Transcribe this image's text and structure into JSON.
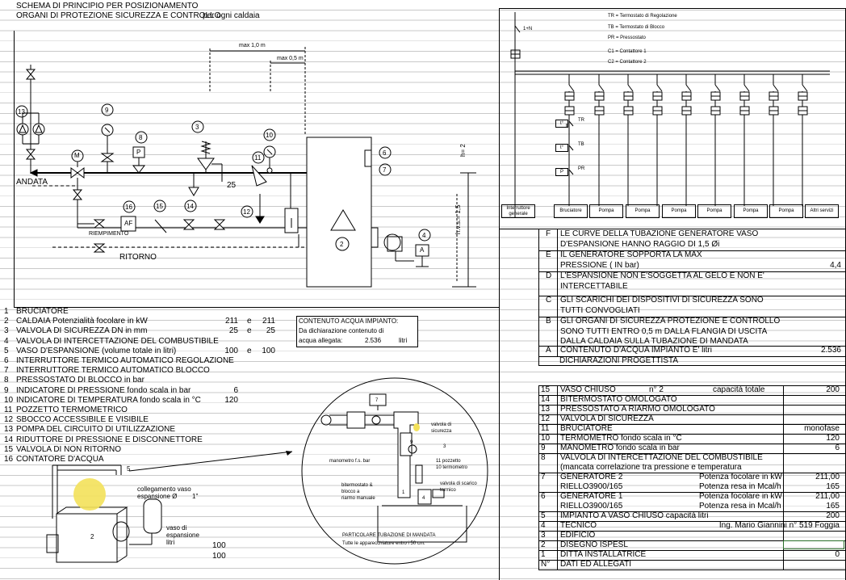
{
  "header": {
    "line1": "SCHEMA DI PRINCIPIO PER POSIZIONAMENTO",
    "line2": "ORGANI DI PROTEZIONE SICUREZZA E CONTROLLO",
    "line2b": "per ogni caldaia"
  },
  "schematic": {
    "max1": "max 1,0 m",
    "max05": "max 0,5 m",
    "andata": "ANDATA",
    "ritorno": "RITORNO",
    "riempimento": "RIEMPIMENTO",
    "af": "AF",
    "p": "P",
    "a": "A",
    "m": "M",
    "h2": "h= 2",
    "hvs": "h.v.s.= 1,5",
    "num25": "25",
    "n": [
      "13",
      "9",
      "8",
      "3",
      "10",
      "11",
      "6",
      "7",
      "16",
      "15",
      "14",
      "12",
      "2",
      "4",
      "5"
    ]
  },
  "legend": [
    {
      "n": "1",
      "t": "BRUCIATORE",
      "a": "",
      "b": ""
    },
    {
      "n": "2",
      "t": "CALDAIA Potenzialità focolare in kW",
      "a": "211",
      "e": "e",
      "b": "211"
    },
    {
      "n": "3",
      "t": "VALVOLA DI SICUREZZA DN in mm",
      "a": "25",
      "e": "e",
      "b": "25"
    },
    {
      "n": "4",
      "t": "VALVOLA DI INTERCETTAZIONE DEL COMBUSTIBILE",
      "a": "",
      "b": ""
    },
    {
      "n": "5",
      "t": "VASO D'ESPANSIONE (volume totale in litri)",
      "a": "100",
      "e": "e",
      "b": "100"
    },
    {
      "n": "6",
      "t": "INTERRUTTORE TERMICO AUTOMATICO REGOLAZIONE",
      "a": "",
      "b": ""
    },
    {
      "n": "7",
      "t": "INTERRUTTORE TERMICO AUTOMATICO BLOCCO",
      "a": "",
      "b": ""
    },
    {
      "n": "8",
      "t": "PRESSOSTATO DI BLOCCO in bar",
      "a": "",
      "b": ""
    },
    {
      "n": "9",
      "t": "INDICATORE DI PRESSIONE fondo scala in bar",
      "a": "6",
      "b": ""
    },
    {
      "n": "10",
      "t": "INDICATORE DI TEMPERATURA fondo scala in °C",
      "a": "120",
      "b": ""
    },
    {
      "n": "11",
      "t": "POZZETTO TERMOMETRICO",
      "a": "",
      "b": ""
    },
    {
      "n": "12",
      "t": "SBOCCO ACCESSIBILE E VISIBILE",
      "a": "",
      "b": ""
    },
    {
      "n": "13",
      "t": "POMPA DEL CIRCUITO DI UTILIZZAZIONE",
      "a": "",
      "b": ""
    },
    {
      "n": "14",
      "t": "RIDUTTORE DI PRESSIONE E DISCONNETTORE",
      "a": "",
      "b": ""
    },
    {
      "n": "15",
      "t": "VALVOLA DI NON RITORNO",
      "a": "",
      "b": ""
    },
    {
      "n": "16",
      "t": "CONTATORE D'ACQUA",
      "a": "",
      "b": ""
    }
  ],
  "contenuto": {
    "title": "CONTENUTO ACQUA IMPIANTO:",
    "l2": "Da dichiarazione contenuto di",
    "l3": "acqua allegata:",
    "val": "2.536",
    "unit": "litri"
  },
  "electrical": {
    "tr": "TR = Termostato di Regolazione",
    "tb": "TB = Termostato di Blocco",
    "pr": "PR = Pressostato",
    "c1": "C1 = Contattore 1",
    "c2": "C2 = Contattore 2",
    "one_n": "1+N",
    "lTR": "TR",
    "lTB": "TB",
    "lPR": "PR",
    "sTR": "t°",
    "sTB": "t°",
    "sPR": "P",
    "boxes": [
      "Interruttore generale",
      "Bruciatore",
      "Pompa",
      "Pompa",
      "Pompa",
      "Pompa",
      "Pompa",
      "Pompa",
      "Altri servizi"
    ]
  },
  "dichiarazioni": [
    {
      "k": "F",
      "l1": "LE CURVE DELLA TUBAZIONE GENERATORE VASO",
      "l2": "D'ESPANSIONE HANNO RAGGIO DI 1,5 Øi",
      "v": ""
    },
    {
      "k": "E",
      "l1": "IL GENERATORE SOPPORTA LA MAX",
      "l2": "PRESSIONE ( IN bar)",
      "v": "4,4"
    },
    {
      "k": "D",
      "l1": "L'ESPANSIONE NON E'SOGGETTA AL GELO E NON E'",
      "l2": "INTERCETTABILE",
      "v": ""
    },
    {
      "k": "C",
      "l1": "GLI SCARICHI DEI DISPOSITIVI DI SICUREZZA SONO",
      "l2": "TUTTI CONVOGLIATI",
      "v": ""
    },
    {
      "k": "B",
      "l1": "GLI ORGANI DI SICUREZZA PROTEZIONE E CONTROLLO",
      "l2": "SONO TUTTI ENTRO 0,5 m DALLA FLANGIA DI USCITA",
      "l3": "DALLA CALDAIA SULLA TUBAZIONE DI MANDATA",
      "v": ""
    },
    {
      "k": "A",
      "l1": "CONTENUTO D'ACQUA IMPIANTO E' litri",
      "v": "2.536"
    }
  ],
  "dich_title": "DICHIARAZIONI PROGETTISTA",
  "dati": [
    {
      "n": "15",
      "t": "VASO CHIUSO",
      "m": "n° 2",
      "m2": "capacità totale",
      "v": "200"
    },
    {
      "n": "14",
      "t": "BITERMOSTATO OMOLOGATO",
      "v": ""
    },
    {
      "n": "13",
      "t": "PRESSOSTATO A RIARMO OMOLOGATO",
      "v": ""
    },
    {
      "n": "12",
      "t": "VALVOLA DI SICUREZZA",
      "v": ""
    },
    {
      "n": "11",
      "t": "BRUCIATORE",
      "v": "monofase"
    },
    {
      "n": "10",
      "t": "TERMOMETRO fondo scala in °C",
      "v": "120"
    },
    {
      "n": "9",
      "t": "MANOMETRO fondo scala in bar",
      "v": "6"
    },
    {
      "n": "8",
      "t": "VALVOLA DI INTERCETTAZIONE DEL COMBUSTIBILE",
      "sub": "(mancata correlazione tra pressione e temperatura",
      "v": ""
    },
    {
      "n": "7",
      "t": "GENERATORE 2",
      "m2": "Potenza focolare in kW",
      "v": "211,00",
      "t2": "RIELLO3900/165",
      "m3": "Potenza resa in Mcal/h",
      "v2": "165"
    },
    {
      "n": "6",
      "t": "GENERATORE 1",
      "m2": "Potenza focolare in kW",
      "v": "211,00",
      "t2": "RIELLO3900/165",
      "m3": "Potenza resa in Mcal/h",
      "v2": "165"
    },
    {
      "n": "5",
      "t": "IMPIANTO A VASO CHIUSO capacità litri",
      "v": "200"
    },
    {
      "n": "4",
      "t": "TECNICO",
      "v": "Ing. Mario Giannini n° 519 Foggia"
    },
    {
      "n": "3",
      "t": "EDIFICIO",
      "v": ""
    },
    {
      "n": "2",
      "t": "DISEGNO ISPESL",
      "v": ""
    },
    {
      "n": "1",
      "t": "DITTA INSTALLATRICE",
      "v": "0"
    },
    {
      "n": "N°",
      "t": "DATI ED ALLEGATI",
      "v": ""
    }
  ],
  "lower": {
    "collegamento": "collegamento vaso",
    "espansione": "espansione Ø",
    "diam": "1\"",
    "vaso1": "vaso di",
    "vaso2": "espansione",
    "vaso3": "litri",
    "n5": "5",
    "n2": "2",
    "v100a": "100",
    "v100b": "100"
  },
  "detail": {
    "valvola1": "valvola di",
    "valvola2": "sicurezza",
    "manometro": "manometro f.s. bar",
    "pozzetto": "11 pozzetto",
    "termometro": "10 termometro",
    "biterm1": "bitermostato &",
    "biterm2": "blocco a",
    "biterm3": "riarmo manuale",
    "scarico1": "valvola di scarico",
    "scarico2": "termico",
    "cap1": "PARTICOLARE TUBAZIONE DI MANDATA",
    "cap2": "Tutte le apparecchiature entro i 50 cm.",
    "n7": "7",
    "n3": "3",
    "n9": "9",
    "n1": "1",
    "n4": "4"
  }
}
